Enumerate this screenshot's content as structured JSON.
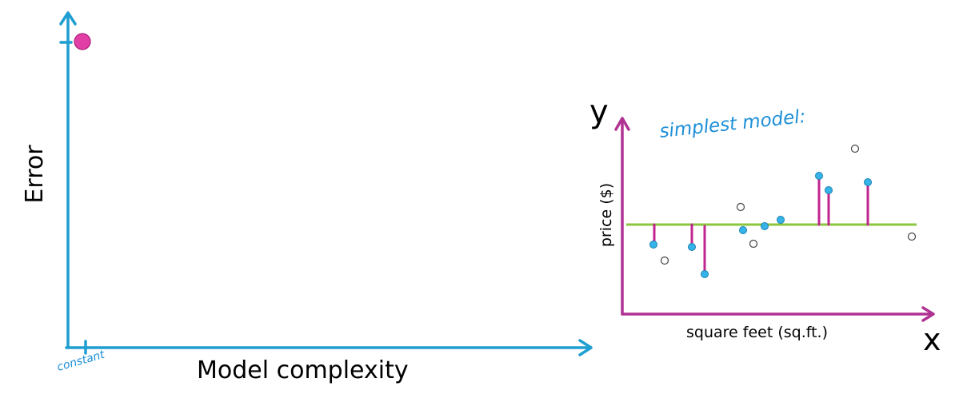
{
  "left_plot": {
    "y_axis_label": "Error",
    "x_axis_label": "Model complexity",
    "x_tick_note": "constant",
    "colors": {
      "axis": "#1f9ed1",
      "point": "#e23fa6"
    }
  },
  "right_plot": {
    "annotation": "simplest model:",
    "y_axis_letter": "y",
    "x_axis_letter": "x",
    "y_axis_label": "price ($)",
    "x_axis_label": "square feet (sq.ft.)",
    "colors": {
      "axis": "#b03393",
      "fit_line": "#8cc63f",
      "residual": "#c0248f",
      "fit_point": "#35b4ea",
      "other_point": "#ffffff"
    }
  }
}
